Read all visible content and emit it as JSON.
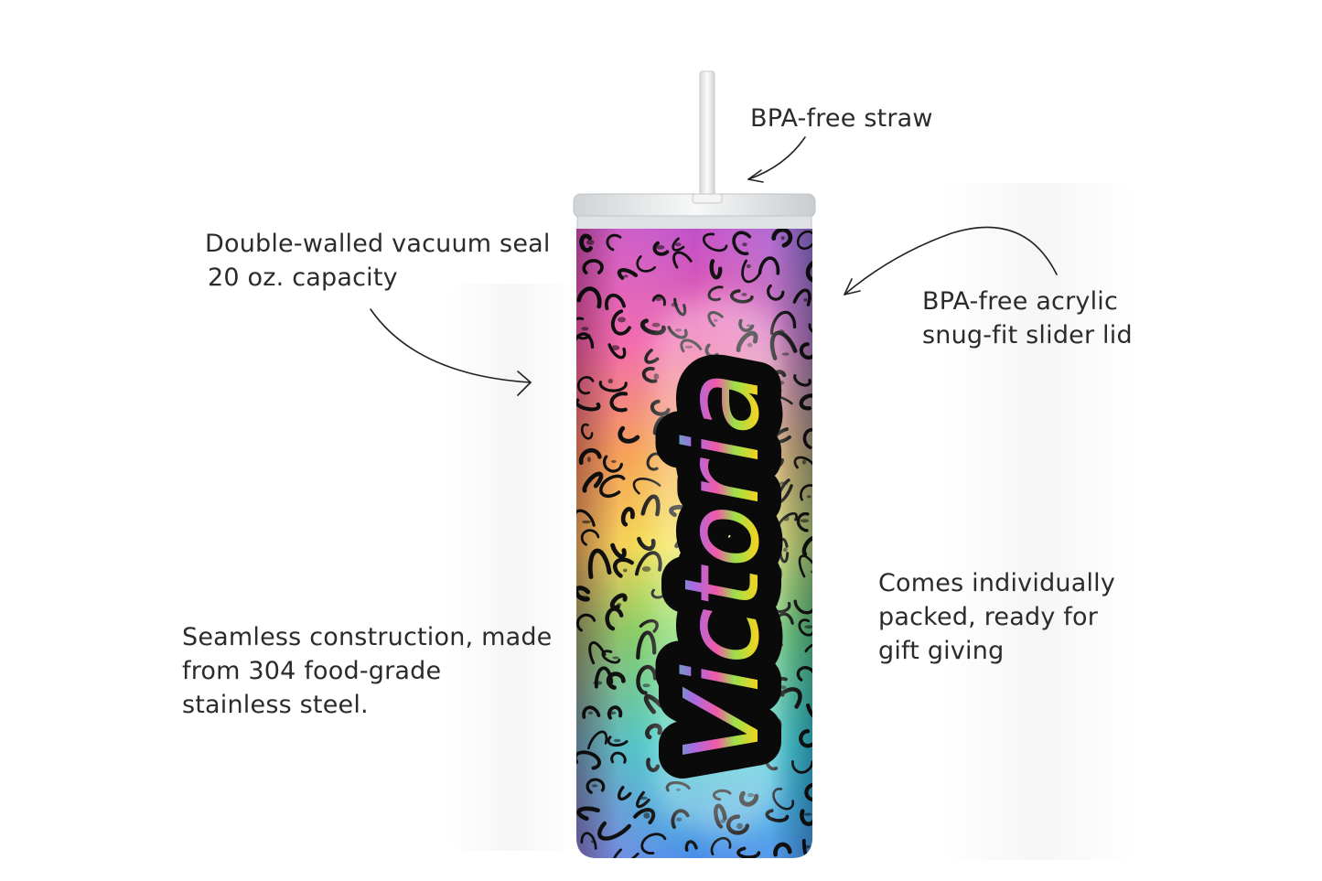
{
  "callouts": {
    "straw": {
      "lines": [
        "BPA-free straw"
      ]
    },
    "vacuum": {
      "lines": [
        "Double-walled vacuum seal",
        "20 oz. capacity"
      ]
    },
    "lid": {
      "lines": [
        "BPA-free acrylic",
        "snug-fit slider lid"
      ]
    },
    "construction": {
      "lines": [
        "Seamless construction, made",
        "from 304 food-grade",
        "stainless steel."
      ]
    },
    "packaging": {
      "lines": [
        "Comes individually",
        "packed, ready for",
        "gift giving"
      ]
    }
  },
  "product": {
    "name_text": "Victoria",
    "pattern": "rainbow leopard print",
    "colors": {
      "lid": "#e9eced",
      "straw": "#f2f2f2",
      "name_outline": "#0a0a0a",
      "spots": "#111111"
    }
  }
}
